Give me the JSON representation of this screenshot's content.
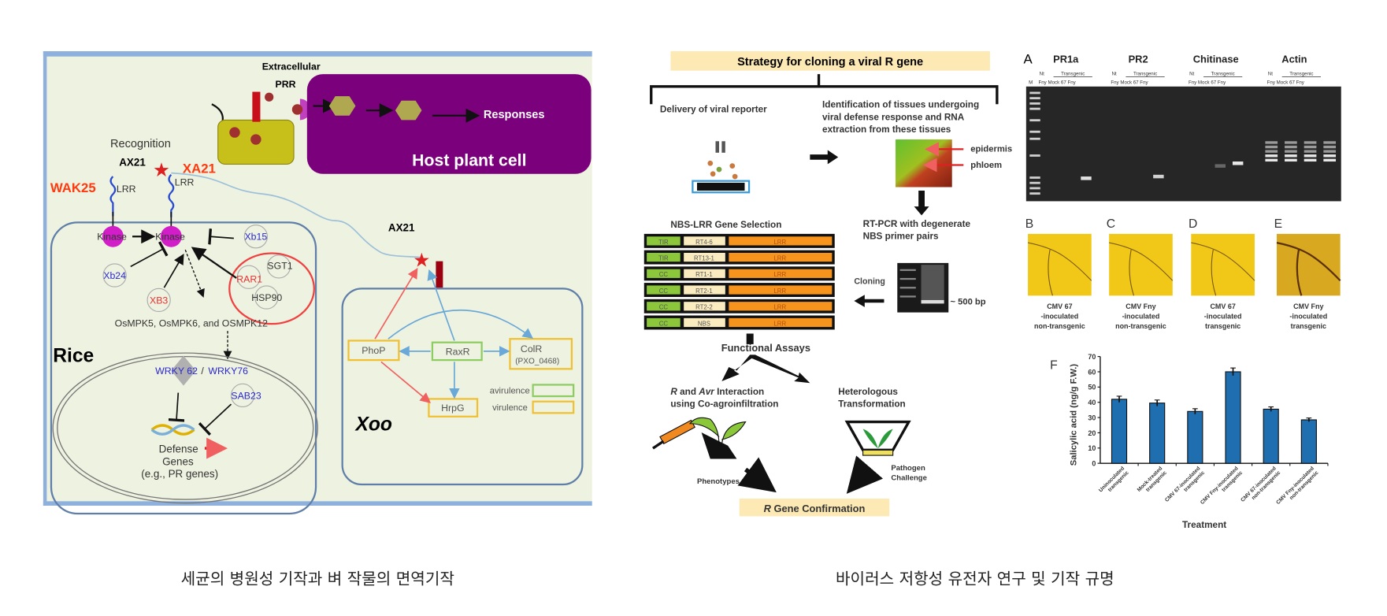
{
  "left_figure": {
    "extracellular": "Extracellular",
    "prr": "PRR",
    "responses": "Responses",
    "host_plant_cell": "Host plant cell",
    "recognition": "Recognition",
    "ax21": "AX21",
    "xa21": "XA21",
    "wak25": "WAK25",
    "lrr": "LRR",
    "kinase": "Kinase",
    "xb15": "Xb15",
    "xb24": "Xb24",
    "xb3": "XB3",
    "rar1": "RAR1",
    "sgt1": "SGT1",
    "hsp90": "HSP90",
    "mapk": "OsMPK5, OsMPK6, and OSMPK12",
    "rice": "Rice",
    "wrky62": "WRKY 62",
    "slash": "/",
    "wrky76": "WRKY76",
    "sab23": "SAB23",
    "defense": "Defense",
    "genes": "Genes",
    "pr_genes": "(e.g., PR genes)",
    "ax21_b": "AX21",
    "phop": "PhoP",
    "raxr": "RaxR",
    "colr": "ColR",
    "colr_sub": "(PXO_0468)",
    "hrpg": "HrpG",
    "avirulence": "avirulence",
    "virulence": "virulence",
    "xoo": "Xoo",
    "colors": {
      "host_cell": "#7b007b",
      "frame": "#8eb0dd",
      "background": "#eef2e0",
      "kinase": "#d21ec8"
    }
  },
  "strategy": {
    "title": "Strategy for cloning a viral R gene",
    "delivery": "Delivery of viral reporter",
    "identification": [
      "Identification of tissues undergoing",
      "viral defense response and RNA",
      "extraction from these tissues"
    ],
    "epidermis": "epidermis",
    "phloem": "phloem",
    "rtpcr": [
      "RT-PCR with degenerate",
      "NBS primer pairs"
    ],
    "selection_title": "NBS-LRR Gene Selection",
    "rows": [
      {
        "a": "TIR",
        "b": "RT4-6",
        "c": "LRR"
      },
      {
        "a": "TIR",
        "b": "RT13-1",
        "c": "LRR"
      },
      {
        "a": "CC",
        "b": "RT1-1",
        "c": "LRR"
      },
      {
        "a": "CC",
        "b": "RT2-1",
        "c": "LRR"
      },
      {
        "a": "CC",
        "b": "RT2-2",
        "c": "LRR"
      },
      {
        "a": "CC",
        "b": "NBS",
        "c": "LRR"
      }
    ],
    "cloning": "Cloning",
    "bp": "~ 500 bp",
    "functional": "Functional Assays",
    "r_avr": [
      "R",
      " and ",
      "Avr",
      " Interaction"
    ],
    "coagro": "using Co-agroinfiltration",
    "hetero": [
      "Heterologous",
      "Transformation"
    ],
    "phenotypes": "Phenotypes",
    "pathogen": [
      "Pathogen",
      "Challenge"
    ],
    "confirmation": [
      "R",
      " Gene Confirmation"
    ]
  },
  "gel": {
    "panel": "A",
    "genes": [
      "PR1a",
      "PR2",
      "Chitinase",
      "Actin"
    ],
    "nt": "Nt",
    "transgenic": "Transgenic",
    "m": "M",
    "lanes": "Fny Mock 67 Fny"
  },
  "leaves": [
    {
      "panel": "B",
      "lines": [
        "CMV 67",
        "-inoculated",
        "non-transgenic"
      ]
    },
    {
      "panel": "C",
      "lines": [
        "CMV Fny",
        "-inoculated",
        "non-transgenic"
      ]
    },
    {
      "panel": "D",
      "lines": [
        "CMV 67",
        "-inoculated",
        "transgenic"
      ]
    },
    {
      "panel": "E",
      "lines": [
        "CMV Fny",
        "-inoculated",
        "transgenic"
      ]
    }
  ],
  "chart_data": {
    "type": "bar",
    "panel": "F",
    "categories": [
      "Uninoculated transgenic",
      "Mock-treated transgenic",
      "CMV 67-inoculated transgenic",
      "CMV Fny-inoculated transgenic",
      "CMV 67-inoculated non-transgenic",
      "CMV Fny-inoculated non-transgenic"
    ],
    "values": [
      42,
      39.5,
      34,
      60,
      35.5,
      28.5
    ],
    "errors": [
      2,
      2,
      1.8,
      2.5,
      1.5,
      1.2
    ],
    "xlabel": "Treatment",
    "ylabel": "Salicylic acid (ng/g F.W.)",
    "ylim": [
      0,
      70
    ],
    "yticks": [
      "0",
      "10",
      "20",
      "30",
      "40",
      "50",
      "60",
      "70"
    ],
    "bar_color": "#1f6fb0",
    "grid": false
  },
  "captions": {
    "left": "세균의 병원성 기작과 벼 작물의 면역기작",
    "right": "바이러스 저항성 유전자 연구 및 기작 규명"
  }
}
